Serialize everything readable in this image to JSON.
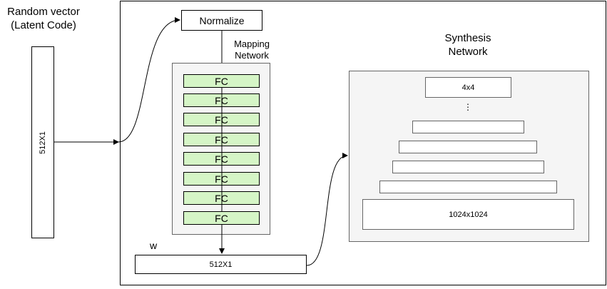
{
  "random_vector": {
    "title_line1": "Random vector",
    "title_line2": "(Latent Code)",
    "box_label": "512X1"
  },
  "normalize": {
    "label": "Normalize"
  },
  "mapping": {
    "label_line1": "Mapping",
    "label_line2": "Network",
    "fc_layers": [
      "FC",
      "FC",
      "FC",
      "FC",
      "FC",
      "FC",
      "FC",
      "FC"
    ]
  },
  "w": {
    "label": "w",
    "box_label": "512X1"
  },
  "synthesis": {
    "label_line1": "Synthesis",
    "label_line2": "Network",
    "top_layer": "4x4",
    "ellipsis": "⋮",
    "bottom_layer": "1024x1024"
  },
  "colors": {
    "fc_fill": "#d5f5c6",
    "panel_fill": "#f5f5f5"
  }
}
